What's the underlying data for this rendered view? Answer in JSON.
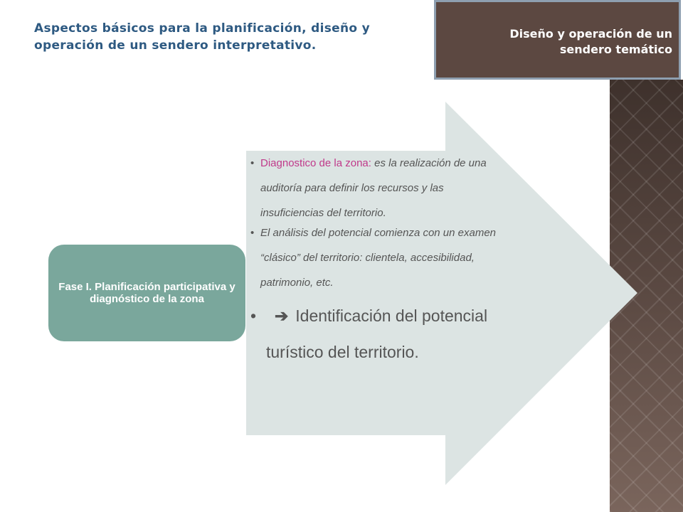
{
  "header": {
    "title": "Aspectos básicos para la planificación, diseño y operación de un sendero interpretativo."
  },
  "section_box": {
    "title": "Diseño y operación de un sendero temático"
  },
  "phase": {
    "label": "Fase I. Planificación participativa y diagnóstico de la zona"
  },
  "bullets": {
    "first_term": "Diagnostico de la zona:",
    "first_text": " es la realización de una auditoría para definir los recursos y las insuficiencias del territorio.",
    "second_text": "El análisis del potencial comienza con un examen “clásico” del territorio: clientela, accesibilidad, patrimonio, etc.",
    "third_text": "Identificación del potencial turístico del territorio.",
    "bullet_glyph": "•",
    "arrow_glyph": "➔"
  },
  "colors": {
    "title": "#2e5a82",
    "section_bg": "#5c4841",
    "section_border": "#8e9fb0",
    "pill": "#7aa79c",
    "arrow": "#dce4e3",
    "term": "#c0398a",
    "body_text": "#555555"
  }
}
